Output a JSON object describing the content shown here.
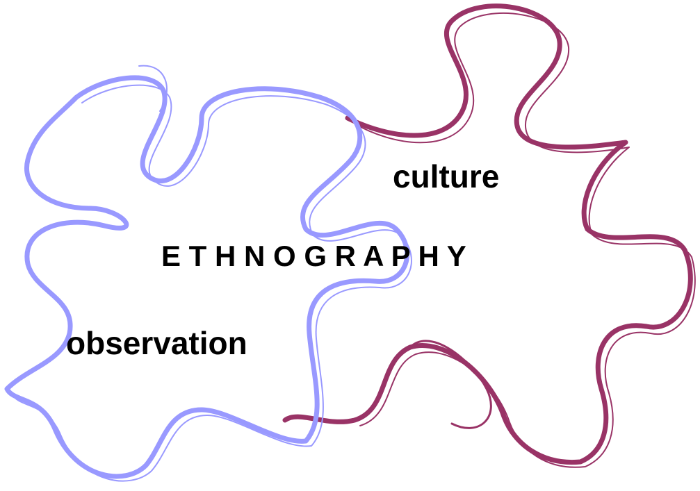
{
  "labels": {
    "center": "E T H N O G R A P H Y",
    "right_piece": "culture",
    "left_piece": "observation"
  },
  "colors": {
    "left_piece_stroke": "#9999ff",
    "right_piece_stroke": "#993366",
    "text": "#000000"
  }
}
